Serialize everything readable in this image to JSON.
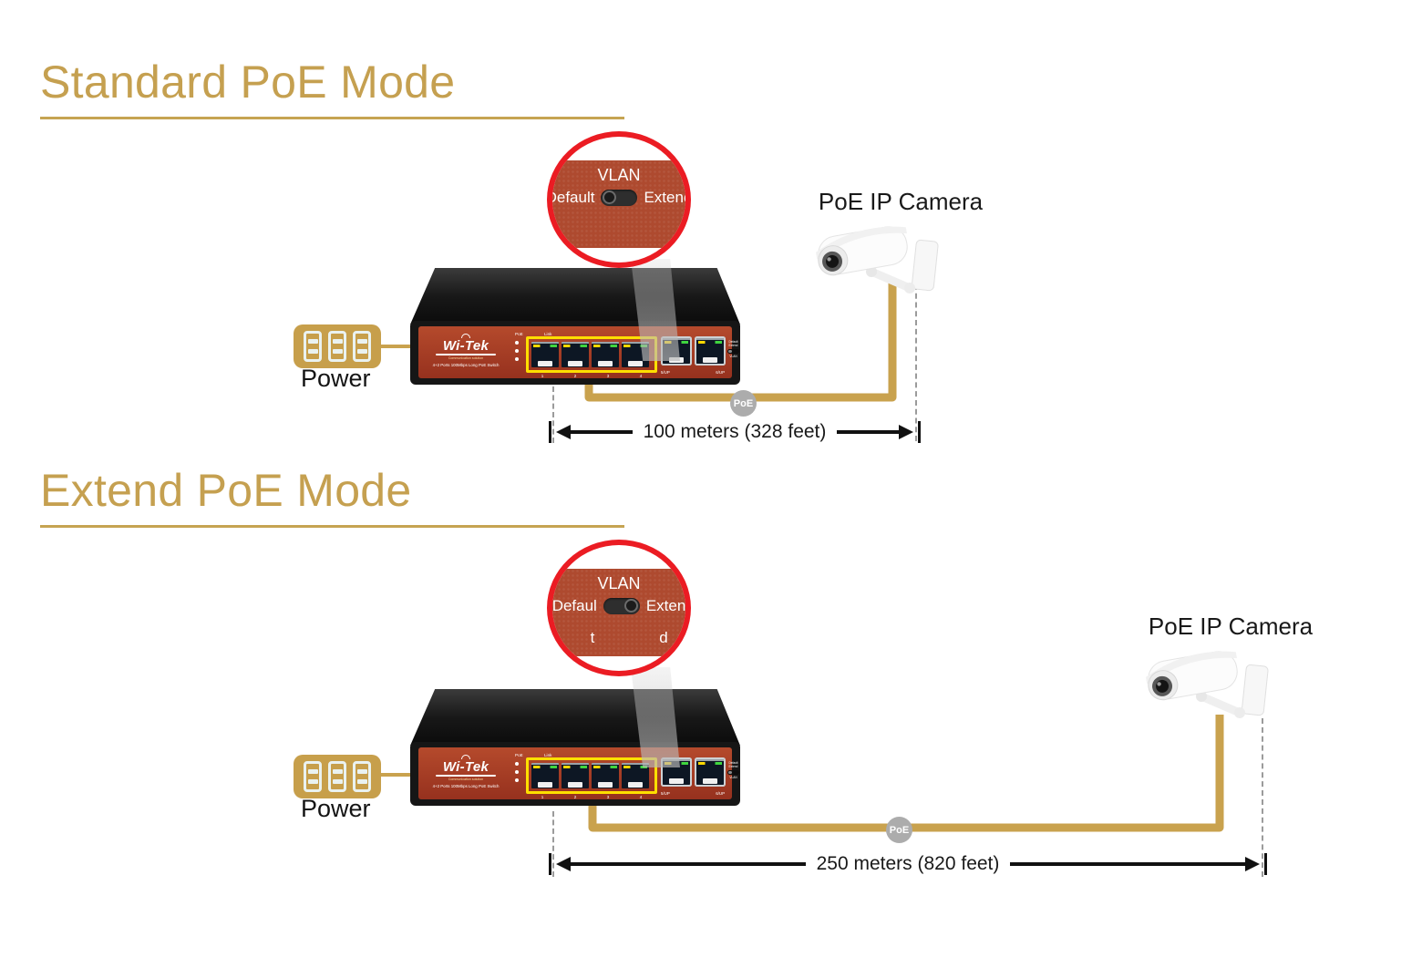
{
  "colors": {
    "title_gold": "#C5A050",
    "cable_gold": "#C9A24E",
    "panel_red": "#AE4A2F",
    "magnifier_border_red": "#EB1C23",
    "poe_badge_gray": "#ACACAC",
    "port_highlight_yellow": "#FFDF00"
  },
  "sections": [
    {
      "title": "Standard PoE Mode",
      "magnifier": {
        "title": "VLAN",
        "left": "Default",
        "right": "Extend",
        "left_wrap": "",
        "right_wrap": "",
        "knob_side": "left"
      },
      "power_label": "Power",
      "camera_label": "PoE IP Camera",
      "poe_badge": "PoE",
      "distance": "100 meters (328 feet)"
    },
    {
      "title": "Extend PoE Mode",
      "magnifier": {
        "title": "VLAN",
        "left": "Defaul",
        "right": "Exten",
        "left_wrap": "t",
        "right_wrap": "d",
        "knob_side": "right"
      },
      "power_label": "Power",
      "camera_label": "PoE IP Camera",
      "poe_badge": "PoE",
      "distance": "250 meters (820 feet)"
    }
  ],
  "switch": {
    "brand": "Wi-Tek",
    "brand_sub": "Communication solution",
    "model": "4+2 Ports 100Mbps Long PoE Switch",
    "led_label_poe": "PoE",
    "led_label_link": "Link",
    "port_numbers": [
      "1",
      "2",
      "3",
      "4"
    ],
    "uplink_labels": [
      "5/UP",
      "6/UP"
    ],
    "toggle_label_top": "Default Extend",
    "toggle_label_bottom": "VLAN"
  }
}
